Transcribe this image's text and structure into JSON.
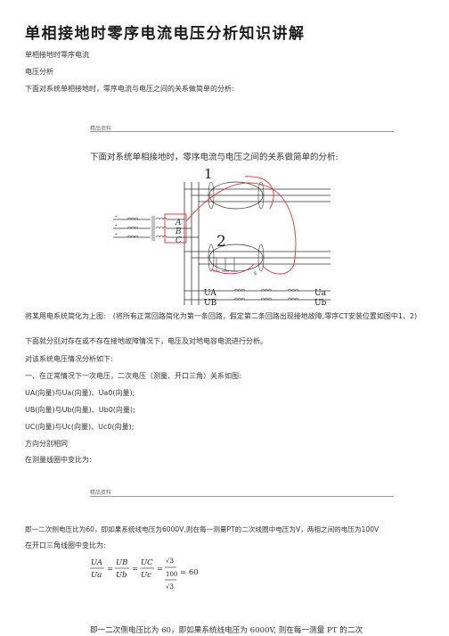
{
  "doc": {
    "title": "单相接地时零序电流电压分析知识讲解",
    "line1": "单相接地时零序电流",
    "line2": "电压分析",
    "line3": "下面对系统单相接地时，零序电流与电压之间的关系做简单的分析:",
    "box_label_1": "精品资料",
    "inner_sentence": "下面对系统单相接地时，零序电流与电压之间的关系做简单的分析:",
    "diagram": {
      "num1": "1",
      "num2": "2",
      "phase_a": "A",
      "phase_b": "B",
      "phase_c": "C",
      "ua": "UA",
      "ub": "UB",
      "ua_small": "Ua",
      "ub_small": "Ub",
      "s": "s"
    },
    "para1": "将某用电系统简化为上图:　(将所有正常回路简化为第一条回路，假定第二条回路出现接地故障,零序CT安装位置如图中1、2)",
    "para2": "下面就分别对存在或不存在接地故障情况下，电压及对地电容电流进行分析。",
    "para3": "对该系统电压情况分析如下:",
    "para4": "一、在正常情况下一次电压，二次电压（测量、开口三角）关系如图:",
    "para5": "UA(向量)与Ua(向量)、Ua0(向量);",
    "para6": "UB(向量)与Ub(向量)、Ub0(向量);",
    "para7": "UC(向量)与Uc(向量)、Uc0(向量);",
    "para8": "方向分别相同",
    "para9": "在测量线圈中变比为:",
    "box_label_2": "精品资料",
    "para10": "即一二次侧电压比为60，即如果系统线电压为6000V,则在每一测量PT的二次线圈中电压为V，两相之间的电压为100V",
    "para11": "在开口三角线圈中变比为:",
    "formula": {
      "ua_num": "UA",
      "ua_den": "Ua",
      "ub_num": "UB",
      "ub_den": "Ub",
      "uc_num": "UC",
      "uc_den": "Uc",
      "eq": "=",
      "frac_num": "√3",
      "frac_mid": "100",
      "frac_den": "√3",
      "result": "= 60"
    },
    "para12_partial": "即一二次侧电压比为 60，即如果系统线电压为 6000V, 则在每一测量 PT 的二次"
  },
  "colors": {
    "red_annotation": "#d9323b",
    "rule": "#999999"
  }
}
